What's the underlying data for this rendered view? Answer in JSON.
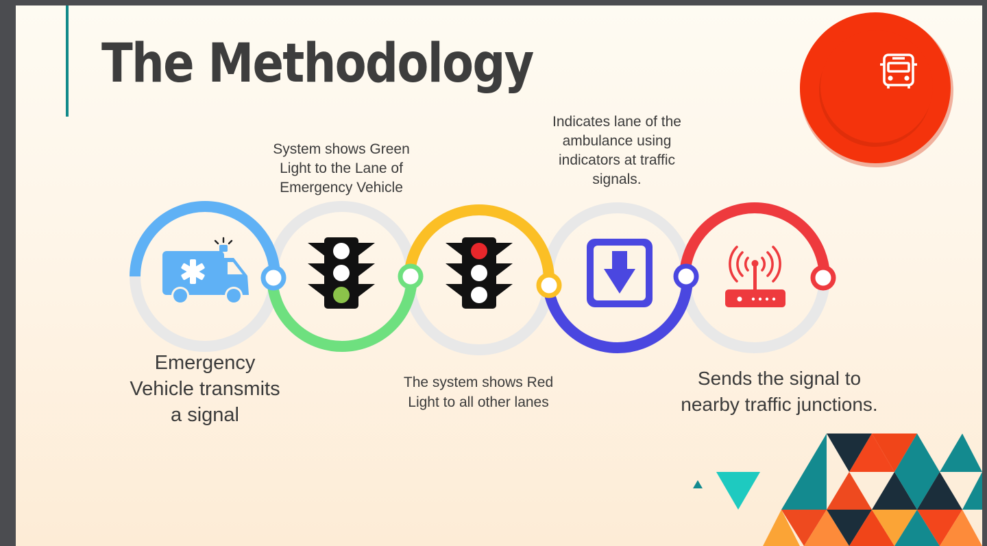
{
  "title": "The Methodology",
  "colors": {
    "accent_teal": "#128a8a",
    "step1": "#5fb1f5",
    "step2": "#6ee07f",
    "step3": "#fbbf25",
    "step4": "#4a47e0",
    "step5": "#ee3a3e",
    "badge": "#f4330c"
  },
  "steps": [
    {
      "icon": "ambulance-icon",
      "label_lines": [
        "Emergency",
        "Vehicle transmits",
        "a signal"
      ]
    },
    {
      "icon": "traffic-light-green-icon",
      "label_lines": [
        "System shows Green",
        "Light to the Lane of",
        "Emergency Vehicle"
      ]
    },
    {
      "icon": "traffic-light-red-icon",
      "label_lines": [
        "The system shows Red",
        "Light to all other lanes"
      ]
    },
    {
      "icon": "down-arrow-box-icon",
      "label_lines": [
        "Indicates lane of the",
        "ambulance using",
        "indicators at traffic",
        "signals."
      ]
    },
    {
      "icon": "router-icon",
      "label_lines": [
        "Sends the signal to",
        "nearby traffic junctions."
      ]
    }
  ],
  "badge_icon": "bus-icon"
}
